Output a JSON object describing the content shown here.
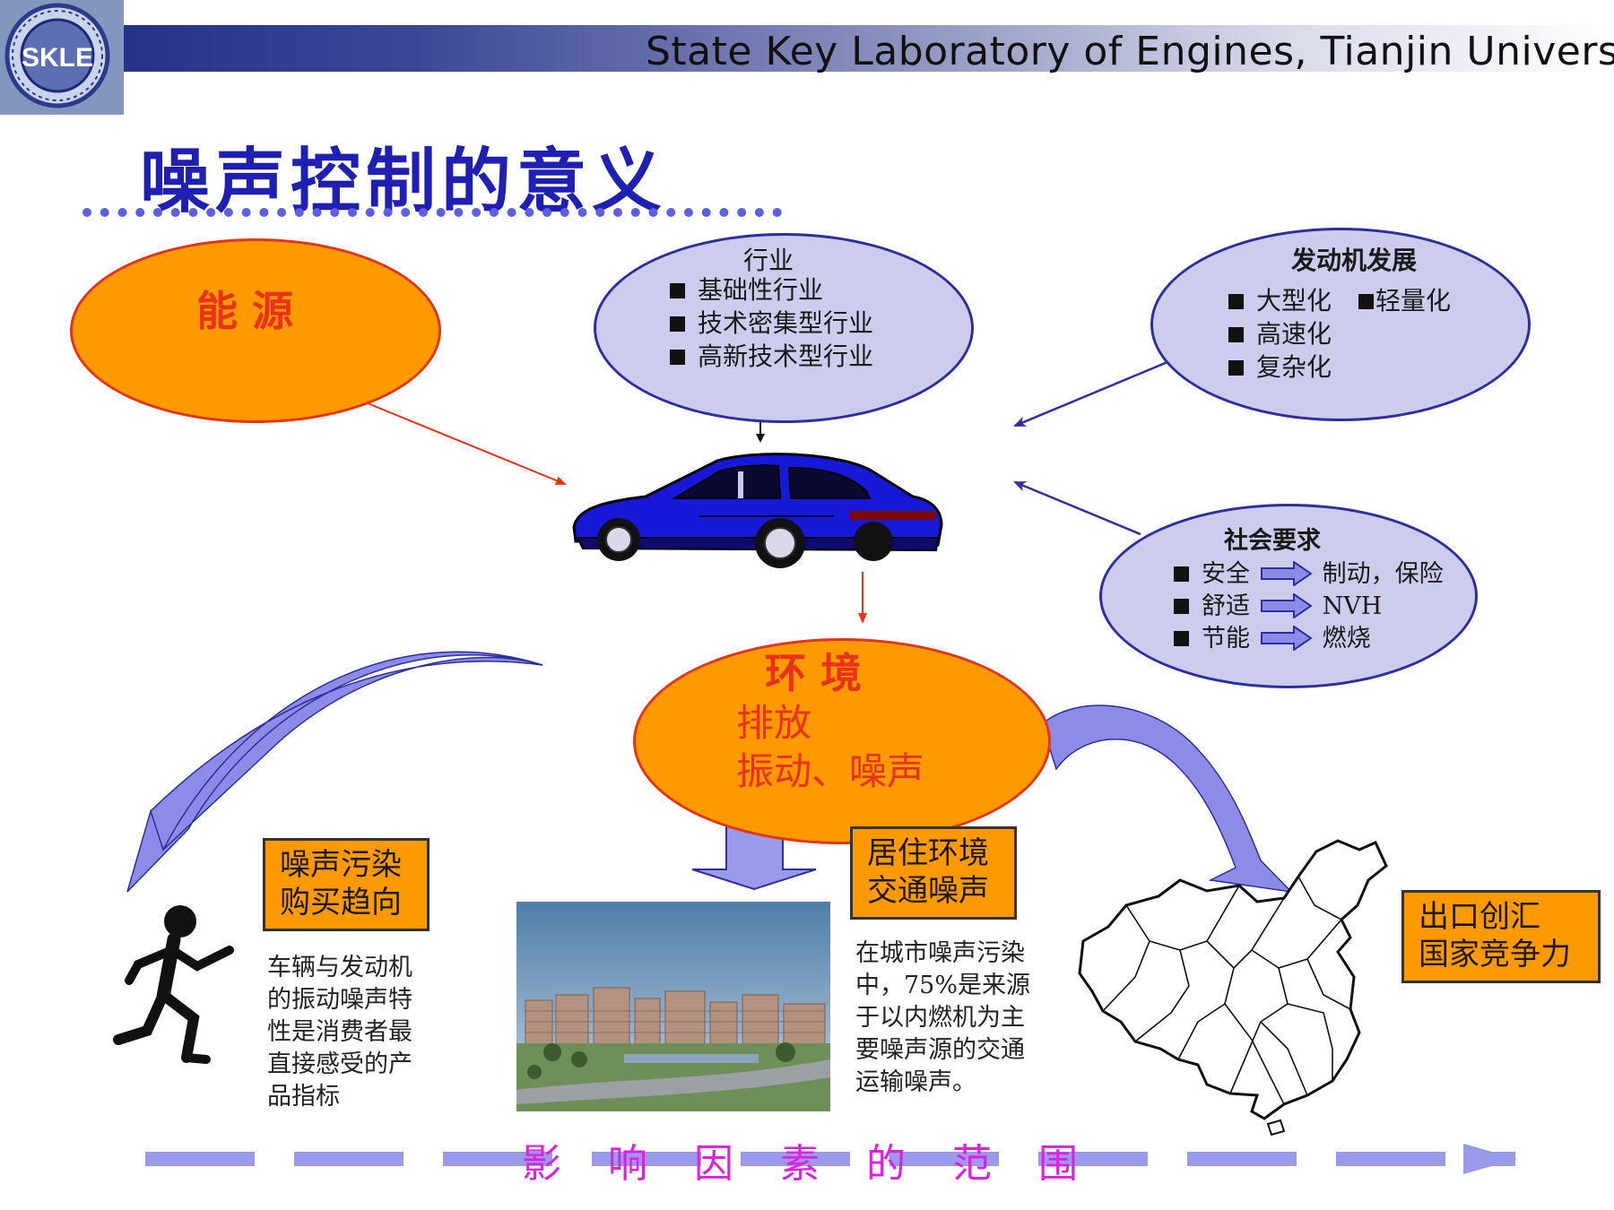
{
  "header": {
    "org": "State Key Laboratory of Engines, Tianjin   University",
    "logo_text": "SKLE"
  },
  "title": "噪声控制的意义",
  "energy": {
    "label": "能  源"
  },
  "industry": {
    "title": "行业",
    "items": [
      "基础性行业",
      "技术密集型行业",
      "高新技术型行业"
    ]
  },
  "engine_dev": {
    "title": "发动机发展",
    "items": [
      "大型化",
      "轻量化",
      "高速化",
      "复杂化"
    ]
  },
  "social": {
    "title": "社会要求",
    "rows": [
      {
        "from": "安全",
        "to": "制动，保险"
      },
      {
        "from": "舒适",
        "to": "NVH"
      },
      {
        "from": "节能",
        "to": "燃烧"
      }
    ]
  },
  "environment": {
    "title": "环  境",
    "line1": "排放",
    "line2": "振动、噪声"
  },
  "box_left": {
    "line1": "噪声污染",
    "line2": "购买趋向"
  },
  "box_mid": {
    "line1": "居住环境",
    "line2": "交通噪声"
  },
  "box_right": {
    "line1": "出口创汇",
    "line2": "国家竞争力"
  },
  "text_left": [
    "车辆与发动机",
    "的振动噪声特",
    "性是消费者最",
    "直接感受的产",
    "品指标"
  ],
  "text_mid": [
    "在城市噪声污染",
    "中，75%是来源",
    "于以内燃机为主",
    "要噪声源的交通",
    "运输噪声。"
  ],
  "scope": [
    "影",
    "响",
    "因",
    "素",
    "的",
    "范",
    "围"
  ],
  "colors": {
    "title": "#1f1fb3",
    "orange": "#ff9900",
    "red": "#e8321a",
    "lilac": "#ccccec",
    "navy": "#2e2e9e",
    "magenta": "#e020e0",
    "arrow": "#8c8ce8"
  }
}
